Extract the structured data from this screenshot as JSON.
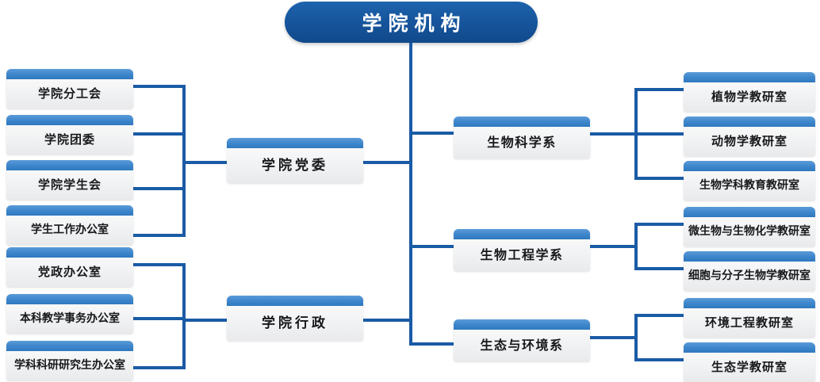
{
  "root": {
    "label": "学院机构"
  },
  "colors": {
    "root_fill": "#16539a",
    "line": "#1a5ba6",
    "node_cap": "#3f87cc",
    "node_body": "#f2f3f4",
    "text": "#16181a",
    "background": "#ffffff"
  },
  "branches": {
    "party": {
      "label": "学院党委",
      "children": [
        {
          "label": "学院分工会"
        },
        {
          "label": "学院团委"
        },
        {
          "label": "学院学生会"
        },
        {
          "label": "学生工作办公室"
        }
      ]
    },
    "admin": {
      "label": "学院行政",
      "children": [
        {
          "label": "党政办公室"
        },
        {
          "label": "本科教学事务办公室"
        },
        {
          "label": "学科科研研究生办公室"
        }
      ]
    },
    "departments": [
      {
        "label": "生物科学系",
        "children": [
          {
            "label": "植物学教研室"
          },
          {
            "label": "动物学教研室"
          },
          {
            "label": "生物学科教育教研室"
          }
        ]
      },
      {
        "label": "生物工程学系",
        "children": [
          {
            "label": "微生物与生物化学教研室"
          },
          {
            "label": "细胞与分子生物学教研室"
          }
        ]
      },
      {
        "label": "生态与环境系",
        "children": [
          {
            "label": "环境工程教研室"
          },
          {
            "label": "生态学教研室"
          }
        ]
      }
    ]
  }
}
